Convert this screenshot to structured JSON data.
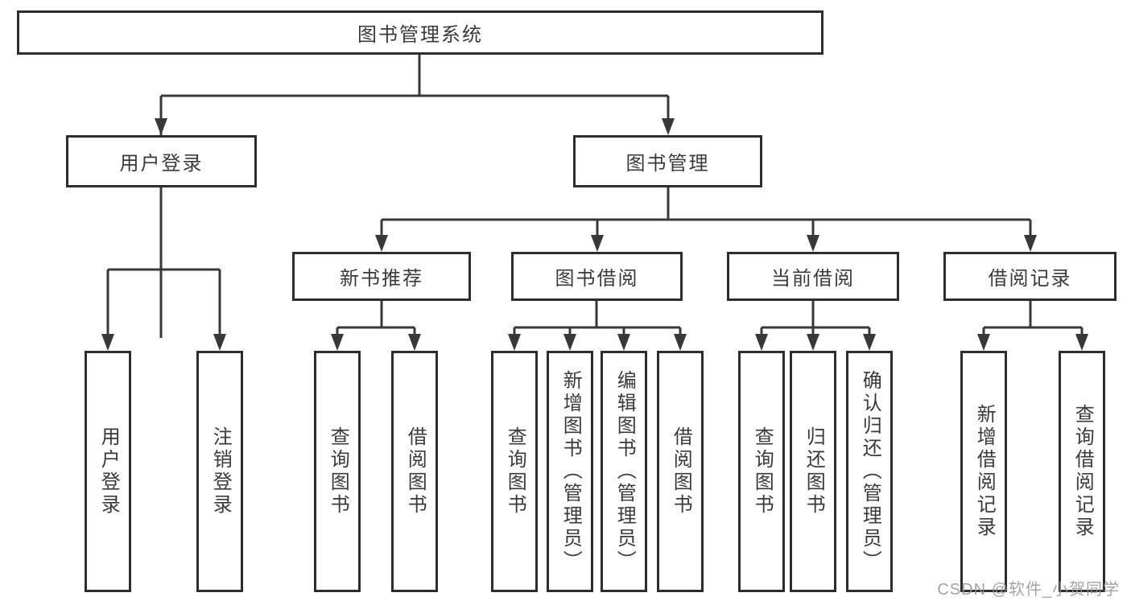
{
  "tree": {
    "root": {
      "label": "图书管理系统"
    },
    "level2": [
      {
        "label": "用户登录",
        "children": [
          {
            "label": "用户登录"
          },
          {
            "label": "注销登录"
          }
        ]
      },
      {
        "label": "图书管理",
        "children": [
          {
            "label": "新书推荐",
            "children": [
              {
                "label": "查询图书"
              },
              {
                "label": "借阅图书"
              }
            ]
          },
          {
            "label": "图书借阅",
            "children": [
              {
                "label": "查询图书"
              },
              {
                "label": "新增图书（管理员）"
              },
              {
                "label": "编辑图书（管理员）"
              },
              {
                "label": "借阅图书"
              }
            ]
          },
          {
            "label": "当前借阅",
            "children": [
              {
                "label": "查询图书"
              },
              {
                "label": "归还图书"
              },
              {
                "label": "确认归还（管理员）"
              }
            ]
          },
          {
            "label": "借阅记录",
            "children": [
              {
                "label": "新增借阅记录"
              },
              {
                "label": "查询借阅记录"
              }
            ]
          }
        ]
      }
    ]
  },
  "watermark": {
    "text": "CSDN @软件_小贺同学"
  },
  "colors": {
    "line": "#383838",
    "box_border": "#2d2d2d",
    "box_fill": "#ffffff",
    "text": "#3a3a3a",
    "watermark": "#949494",
    "background": "#ffffff"
  }
}
